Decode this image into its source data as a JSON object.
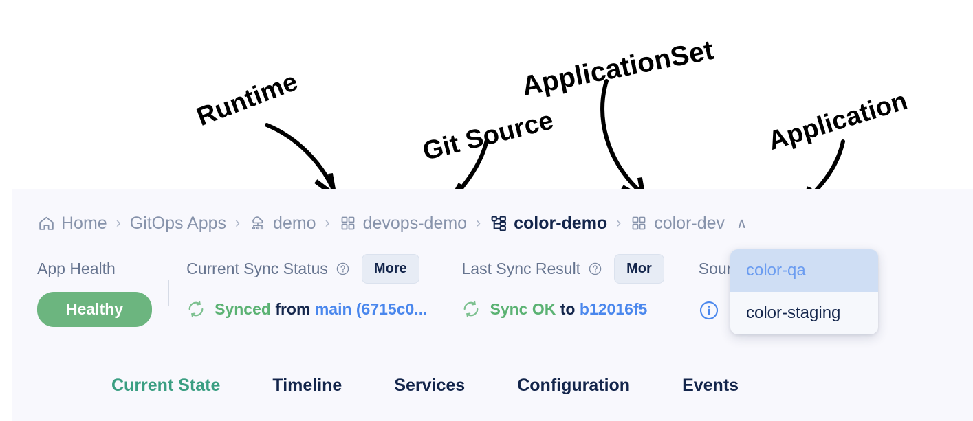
{
  "annotations": [
    {
      "label": "Runtime",
      "target": "demo"
    },
    {
      "label": "Git Source",
      "target": "devops-demo"
    },
    {
      "label": "ApplicationSet",
      "target": "color-demo"
    },
    {
      "label": "Application",
      "target": "color-dev"
    }
  ],
  "breadcrumb": {
    "items": [
      {
        "label": "Home",
        "icon": "home-icon",
        "active": false
      },
      {
        "label": "GitOps Apps",
        "icon": "",
        "active": false
      },
      {
        "label": "demo",
        "icon": "runtime-icon",
        "active": false
      },
      {
        "label": "devops-demo",
        "icon": "grid-icon",
        "active": false
      },
      {
        "label": "color-demo",
        "icon": "tree-icon",
        "active": true
      },
      {
        "label": "color-dev",
        "icon": "grid-icon",
        "active": false
      }
    ],
    "separator": "›",
    "caret": "∧"
  },
  "status": {
    "app_health": {
      "title": "App Health",
      "badge": "Healthy",
      "badge_color": "#6cb57f"
    },
    "current_sync": {
      "title": "Current Sync Status",
      "help_icon": "question-circle-icon",
      "more_label": "More",
      "state": "Synced",
      "preposition": "from",
      "ref": "main (6715c0..."
    },
    "last_sync": {
      "title": "Last Sync Result",
      "help_icon": "question-circle-icon",
      "more_label": "Mor",
      "state": "Sync OK",
      "preposition": "to",
      "ref": "b12016f5"
    },
    "source": {
      "title": "Sourc",
      "icon": "info-circle-icon"
    }
  },
  "dropdown": {
    "items": [
      {
        "label": "color-qa",
        "selected": true
      },
      {
        "label": "color-staging",
        "selected": false
      }
    ]
  },
  "tabs": [
    {
      "label": "Current State",
      "active": true
    },
    {
      "label": "Timeline",
      "active": false
    },
    {
      "label": "Services",
      "active": false
    },
    {
      "label": "Configuration",
      "active": false
    },
    {
      "label": "Events",
      "active": false
    }
  ],
  "colors": {
    "panel_bg": "#f8f8fd",
    "healthy_green": "#6cb57f",
    "sync_green": "#5bb273",
    "link_blue": "#4a87ed",
    "active_tab": "#3a9e82",
    "crumb_muted": "#8793ab",
    "crumb_active": "#13254b",
    "dropdown_selected_bg": "#cfdef4"
  }
}
